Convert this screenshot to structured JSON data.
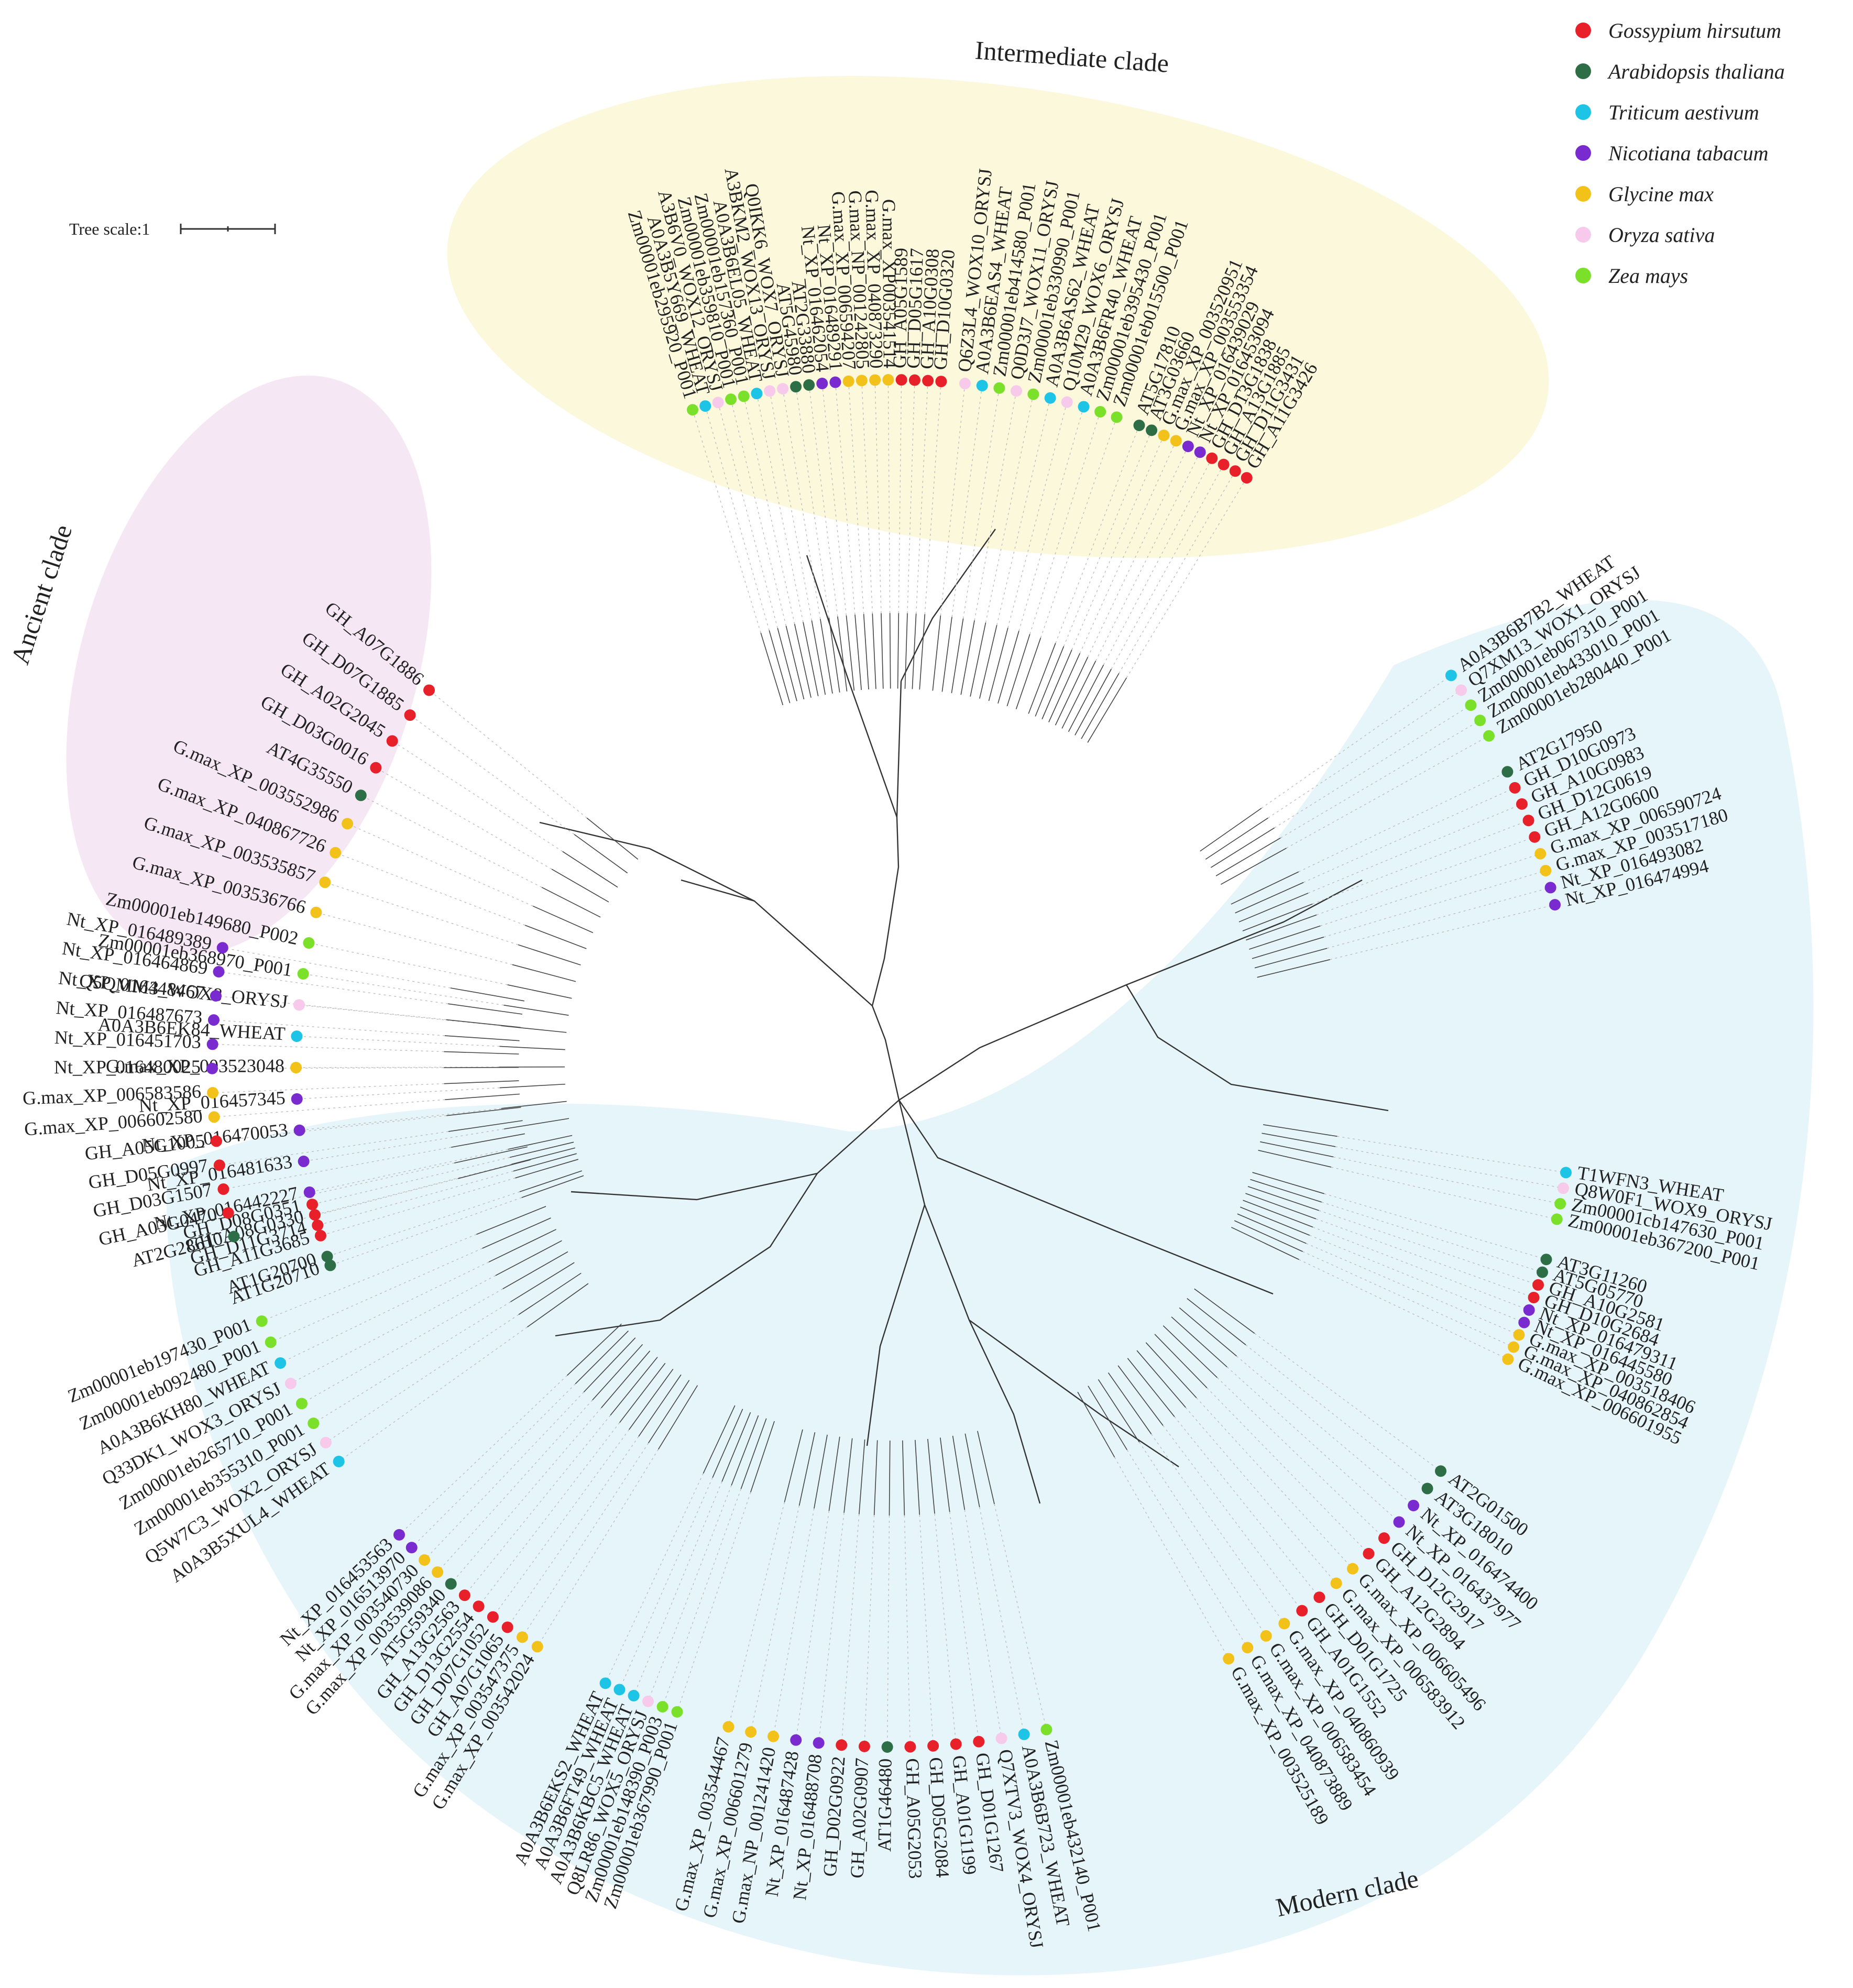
{
  "scale_bar": {
    "label": "Tree scale:1"
  },
  "legend": [
    {
      "key": "gh",
      "species": "Gossypium  hirsutum",
      "color": "#e8202a"
    },
    {
      "key": "at",
      "species": "Arabidopsis thaliana",
      "color": "#2e6e47"
    },
    {
      "key": "ta",
      "species": "Triticum aestivum",
      "color": "#1ec4e6"
    },
    {
      "key": "nt",
      "species": "Nicotiana tabacum",
      "color": "#7a2bd0"
    },
    {
      "key": "gm",
      "species": "Glycine max",
      "color": "#f2c21b"
    },
    {
      "key": "os",
      "species": "Oryza sativa",
      "color": "#f7c9ea"
    },
    {
      "key": "zm",
      "species": "Zea mays",
      "color": "#7be02a"
    }
  ],
  "clades": [
    {
      "name": "Ancient clade",
      "fill": "#f6e7f5",
      "groups": [
        {
          "leaves": [
            [
              "GH_A07G1886",
              "gh"
            ],
            [
              "GH_D07G1885",
              "gh"
            ],
            [
              "GH_A02G2045",
              "gh"
            ],
            [
              "GH_D03G0016",
              "gh"
            ],
            [
              "AT4G35550",
              "at"
            ],
            [
              "G.max_XP_003552986",
              "gm"
            ],
            [
              "G.max_XP_040867726",
              "gm"
            ],
            [
              "G.max_XP_003535857",
              "gm"
            ],
            [
              "G.max_XP_003536766",
              "gm"
            ],
            [
              "Zm00001eb149680_P002",
              "zm"
            ],
            [
              "Zm00001eb368970_P001",
              "zm"
            ],
            [
              "Q5QMM3_WOX8_ORYSJ",
              "os"
            ],
            [
              "A0A3B6EK84_WHEAT",
              "ta"
            ],
            [
              "G.max_XP_003523048",
              "gm"
            ],
            [
              "Nt_XP_016457345",
              "nt"
            ],
            [
              "Nt_XP_016470053",
              "nt"
            ],
            [
              "Nt_XP_016481633",
              "nt"
            ],
            [
              "Nt_XP_016442227",
              "nt"
            ]
          ]
        },
        {
          "leaves": [
            [
              "GH_D08G0351",
              "gh"
            ],
            [
              "GH_A08G0330",
              "gh"
            ],
            [
              "GH_D11G3714",
              "gh"
            ],
            [
              "GH_A11G3685",
              "gh"
            ]
          ]
        },
        {
          "leaves": [
            [
              "AT1G20700",
              "at"
            ],
            [
              "AT1G20710",
              "at"
            ]
          ]
        }
      ]
    },
    {
      "name": "Intermediate clade",
      "fill": "#fbf8dc",
      "groups": [
        {
          "leaves": [
            [
              "Zm00001eb295920_P001",
              "zm"
            ],
            [
              "A0A3B5Y669_WHEAT",
              "ta"
            ],
            [
              "A3B6V0_WOX12_ORYSJ",
              "os"
            ],
            [
              "Zm00001eb359810_P001",
              "zm"
            ],
            [
              "Zm00001eb157360_P001",
              "zm"
            ],
            [
              "A0A3B6EL05_WHEAT",
              "ta"
            ],
            [
              "A3BKM2_WOX13_ORYSJ",
              "os"
            ],
            [
              "Q0IKK6_WOX7_ORYSJ",
              "os"
            ],
            [
              "AT5G45980",
              "at"
            ],
            [
              "AT2G33880",
              "at"
            ],
            [
              "Nt_XP_016462054",
              "nt"
            ],
            [
              "Nt_XP_016489291",
              "nt"
            ],
            [
              "G.max_XP_006594207",
              "gm"
            ],
            [
              "G.max_NP_001242805",
              "gm"
            ],
            [
              "G.max_XP_040873290",
              "gm"
            ],
            [
              "G.max_XP003541514",
              "gm"
            ],
            [
              "GH_A05G1589",
              "gh"
            ],
            [
              "GH_D05G1617",
              "gh"
            ],
            [
              "GH_A10G0308",
              "gh"
            ],
            [
              "GH_D10G0320",
              "gh"
            ]
          ]
        },
        {
          "leaves": [
            [
              "Q6Z3L4_WOX10_ORYSJ",
              "os"
            ],
            [
              "A0A3B6EAS4_WHEAT",
              "ta"
            ],
            [
              "Zm00001eb414580_P001",
              "zm"
            ],
            [
              "Q0D3J7_WOX11_ORYSJ",
              "os"
            ],
            [
              "Zm00001eb330990_P001",
              "zm"
            ],
            [
              "A0A3B6AS62_WHEAT",
              "ta"
            ],
            [
              "Q10M29_WOX6_ORYSJ",
              "os"
            ],
            [
              "A0A3B6FR40_WHEAT",
              "ta"
            ],
            [
              "Zm00001eb395430_P001",
              "zm"
            ],
            [
              "Zm00001eb015500_P001",
              "zm"
            ]
          ]
        },
        {
          "leaves": [
            [
              "AT5G17810",
              "at"
            ],
            [
              "AT3G03660",
              "at"
            ],
            [
              "G.max_XP_003520951",
              "gm"
            ],
            [
              "G.max_XP_003553354",
              "gm"
            ],
            [
              "Nt_XP_016439029",
              "nt"
            ],
            [
              "Nt_XP_016453094",
              "nt"
            ],
            [
              "GH_D13G1838",
              "gh"
            ],
            [
              "GH_A13G1885",
              "gh"
            ],
            [
              "GH_D11G3431",
              "gh"
            ],
            [
              "GH_A11G3426",
              "gh"
            ]
          ]
        }
      ]
    },
    {
      "name": "Modern clade",
      "fill": "#e6f5fa",
      "groups": [
        {
          "leaves": [
            [
              "A0A3B6B7B2_WHEAT",
              "ta"
            ],
            [
              "Q7XM13_WOX1_ORYSJ",
              "os"
            ],
            [
              "Zm00001eb067310_P001",
              "zm"
            ],
            [
              "Zm00001eb433010_P001",
              "zm"
            ],
            [
              "Zm00001eb280440_P001",
              "zm"
            ]
          ]
        },
        {
          "leaves": [
            [
              "AT2G17950",
              "at"
            ],
            [
              "GH_D10G0973",
              "gh"
            ],
            [
              "GH_A10G0983",
              "gh"
            ],
            [
              "GH_D12G0619",
              "gh"
            ],
            [
              "GH_A12G0600",
              "gh"
            ],
            [
              "G.max_XP_006590724",
              "gm"
            ],
            [
              "G.max_XP_003517180",
              "gm"
            ],
            [
              "Nt_XP_016493082",
              "nt"
            ],
            [
              "Nt_XP_016474994",
              "nt"
            ]
          ]
        },
        {
          "leaves": [
            [
              "T1WFN3_WHEAT",
              "ta"
            ],
            [
              "Q8W0F1_WOX9_ORYSJ",
              "os"
            ],
            [
              "Zm00001cb147630_P001",
              "zm"
            ],
            [
              "Zm00001eb367200_P001",
              "zm"
            ]
          ]
        },
        {
          "leaves": [
            [
              "AT3G11260",
              "at"
            ],
            [
              "AT5G05770",
              "at"
            ],
            [
              "GH_A10G2581",
              "gh"
            ],
            [
              "GH_D10G2684",
              "gh"
            ],
            [
              "Nt_XP_016479311",
              "nt"
            ],
            [
              "Nt_XP_016445580",
              "nt"
            ],
            [
              "G.max_XP_003518406",
              "gm"
            ],
            [
              "G.max_XP_040862854",
              "gm"
            ],
            [
              "G.max_XP_006601955",
              "gm"
            ]
          ]
        },
        {
          "leaves": [
            [
              "AT2G01500",
              "at"
            ],
            [
              "AT3G18010",
              "at"
            ],
            [
              "Nt_XP_016474400",
              "nt"
            ],
            [
              "Nt_XP_016437977",
              "nt"
            ],
            [
              "GH_D12G2917",
              "gh"
            ],
            [
              "GH_A12G2894",
              "gh"
            ],
            [
              "G.max_XP_006605496",
              "gm"
            ],
            [
              "G.max_XP_006583912",
              "gm"
            ],
            [
              "GH_D01G1725",
              "gh"
            ],
            [
              "GH_A01G1552",
              "gh"
            ],
            [
              "G.max_XP_040860939",
              "gm"
            ],
            [
              "G.max_XP_006583454",
              "gm"
            ],
            [
              "G.max_XP_040873889",
              "gm"
            ],
            [
              "G.max_XP_003525189",
              "gm"
            ]
          ]
        },
        {
          "leaves": [
            [
              "Zm00001eb432140_P001",
              "zm"
            ],
            [
              "A0A3B6B723_WHEAT",
              "ta"
            ],
            [
              "Q7XTV3_WOX4_ORYSJ",
              "os"
            ],
            [
              "GH_D01G1267",
              "gh"
            ],
            [
              "GH_A01G1199",
              "gh"
            ],
            [
              "GH_D05G2084",
              "gh"
            ],
            [
              "GH_A05G2053",
              "gh"
            ],
            [
              "AT1G46480",
              "at"
            ],
            [
              "GH_A02G0907",
              "gh"
            ],
            [
              "GH_D02G0922",
              "gh"
            ],
            [
              "Nt_XP_016488708",
              "nt"
            ],
            [
              "Nt_XP_016487428",
              "nt"
            ],
            [
              "G.max_NP_001241420",
              "gm"
            ],
            [
              "G.max_XP_006601279",
              "gm"
            ],
            [
              "G.max_XP_003544467",
              "gm"
            ]
          ]
        },
        {
          "leaves": [
            [
              "Zm00001eb367990_P001",
              "zm"
            ],
            [
              "Zm00001eb148390_P003",
              "zm"
            ],
            [
              "Q8LR86_WOX5_ORYSJ",
              "os"
            ],
            [
              "A0A3B6KBC5_WHEAT",
              "ta"
            ],
            [
              "A0A3B6FT49_WHEAT",
              "ta"
            ],
            [
              "A0A3B6EKS2_WHEAT",
              "ta"
            ]
          ]
        },
        {
          "leaves": [
            [
              "G.max_XP_003542024",
              "gm"
            ],
            [
              "G.max_XP_003547375",
              "gm"
            ],
            [
              "GH_A07G1065",
              "gh"
            ],
            [
              "GH_D07G1052",
              "gh"
            ],
            [
              "GH_D13G2554",
              "gh"
            ],
            [
              "GH_A13G2563",
              "gh"
            ],
            [
              "AT5G59340",
              "at"
            ],
            [
              "G.max_XP_003539086",
              "gm"
            ],
            [
              "G.max_XP_003540730",
              "gm"
            ],
            [
              "Nt_XP_016513970",
              "nt"
            ],
            [
              "Nt_XP_016453563",
              "nt"
            ]
          ]
        },
        {
          "leaves": [
            [
              "A0A3B5XUL4_WHEAT",
              "ta"
            ],
            [
              "Q5W7C3_WOX2_ORYSJ",
              "os"
            ],
            [
              "Zm00001eb355310_P001",
              "zm"
            ],
            [
              "Zm00001eb265710_P001",
              "zm"
            ],
            [
              "Q33DK1_WOX3_ORYSJ",
              "os"
            ],
            [
              "A0A3B6KH80_WHEAT",
              "ta"
            ],
            [
              "Zm00001eb092480_P001",
              "zm"
            ],
            [
              "Zm00001eb197430_P001",
              "zm"
            ]
          ]
        },
        {
          "leaves": [
            [
              "AT2G28610",
              "at"
            ],
            [
              "GH_A03G0470",
              "gh"
            ],
            [
              "GH_D03G1507",
              "gh"
            ],
            [
              "GH_D05G0997",
              "gh"
            ],
            [
              "GH_A05G1005",
              "gh"
            ],
            [
              "G.max_XP_006602580",
              "gm"
            ],
            [
              "G.max_XP_006583586",
              "gm"
            ],
            [
              "Nt_XP_016480025",
              "nt"
            ],
            [
              "Nt_XP_016451703",
              "nt"
            ],
            [
              "Nt_XP_016487673",
              "nt"
            ],
            [
              "Nt_XP_016448467",
              "nt"
            ],
            [
              "Nt_XP_016464869",
              "nt"
            ],
            [
              "Nt_XP_016489389",
              "nt"
            ]
          ]
        }
      ]
    }
  ]
}
